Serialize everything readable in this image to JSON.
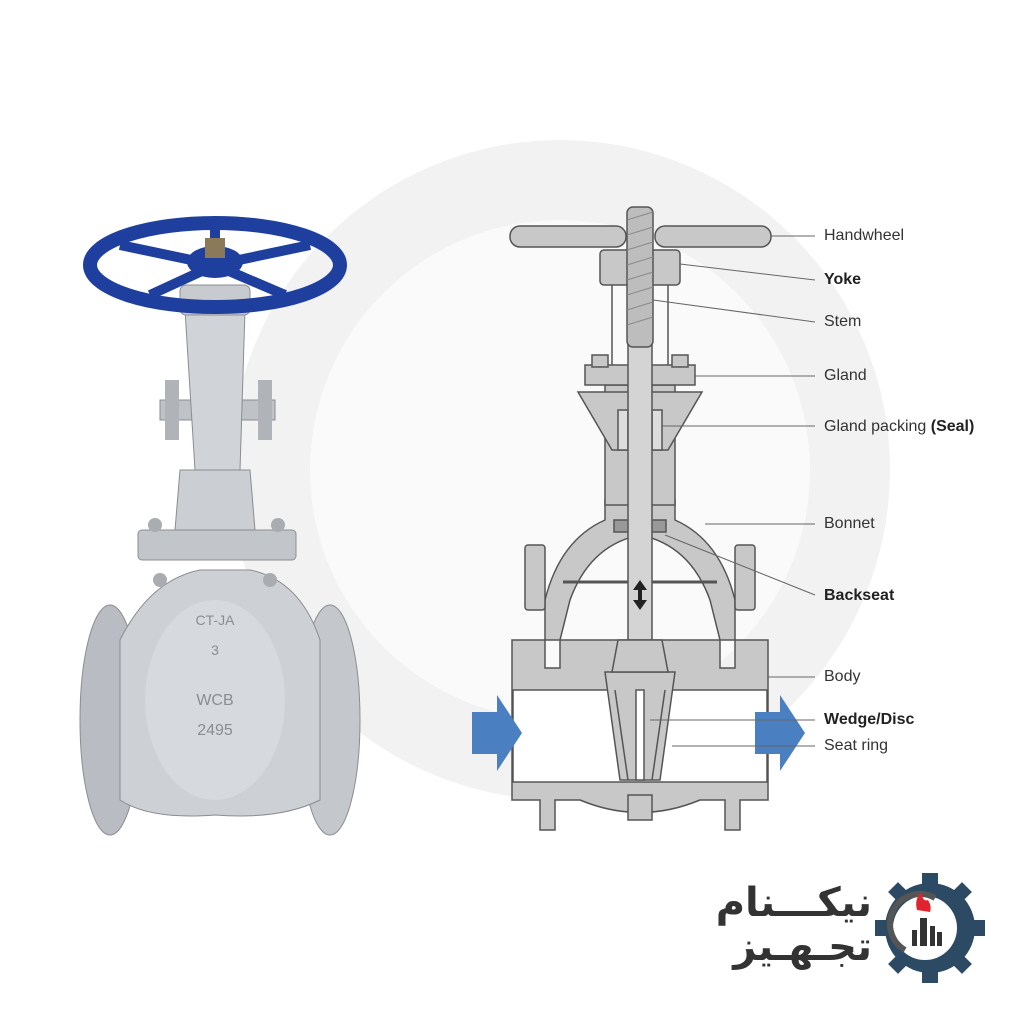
{
  "diagram": {
    "labels": {
      "handwheel": "Handwheel",
      "yoke": "Yoke",
      "stem": "Stem",
      "gland": "Gland",
      "gland_packing": "Gland packing",
      "gland_packing_seal": "(Seal)",
      "bonnet": "Bonnet",
      "backseat": "Backseat",
      "body": "Body",
      "wedge_disc": "Wedge/Disc",
      "seat_ring": "Seat ring"
    },
    "photo_markings": {
      "brand": "CT-JA",
      "size": "3",
      "material": "WCB",
      "code": "2495"
    },
    "colors": {
      "part_fill": "#c8c8c8",
      "outline": "#555555",
      "flow_arrow": "#4a7fc1",
      "handwheel_photo": "#1f3f9e"
    }
  },
  "logo": {
    "line1": "نیکـــنام",
    "line2": "تجـهـیز",
    "colors": {
      "gear": "#2c4a63",
      "flame": "#e0242f",
      "text": "#333333"
    }
  }
}
